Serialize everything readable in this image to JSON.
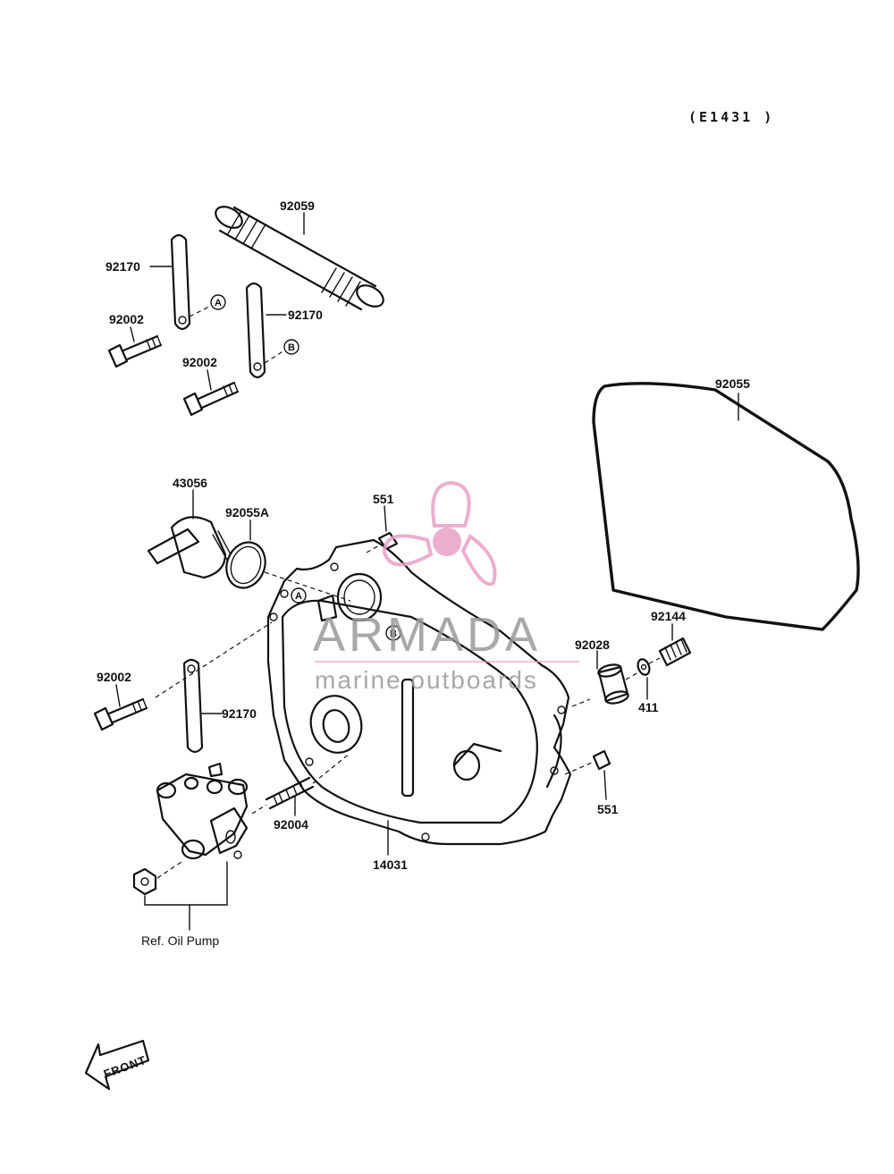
{
  "diagram": {
    "code": "(E1431 )",
    "labels": {
      "p92059": "92059",
      "p92170_a": "92170",
      "p92002_a": "92002",
      "p92170_b": "92170",
      "p92002_b": "92002",
      "p92055": "92055",
      "p43056": "43056",
      "p92055A": "92055A",
      "p551_a": "551",
      "p92002_c": "92002",
      "p92170_c": "92170",
      "p92028": "92028",
      "p92144": "92144",
      "p411": "411",
      "p551_b": "551",
      "p92004": "92004",
      "p14031": "14031",
      "ref_oil_pump": "Ref. Oil Pump"
    },
    "markers": {
      "a1": "A",
      "b1": "B",
      "a2": "A",
      "b2": "B"
    },
    "front_arrow": "FRONT"
  },
  "watermark": {
    "brand": "ARMADA",
    "tagline": "marine outboards",
    "accent_color": "#e9a0c6",
    "text_color": "#9a9a9a"
  }
}
